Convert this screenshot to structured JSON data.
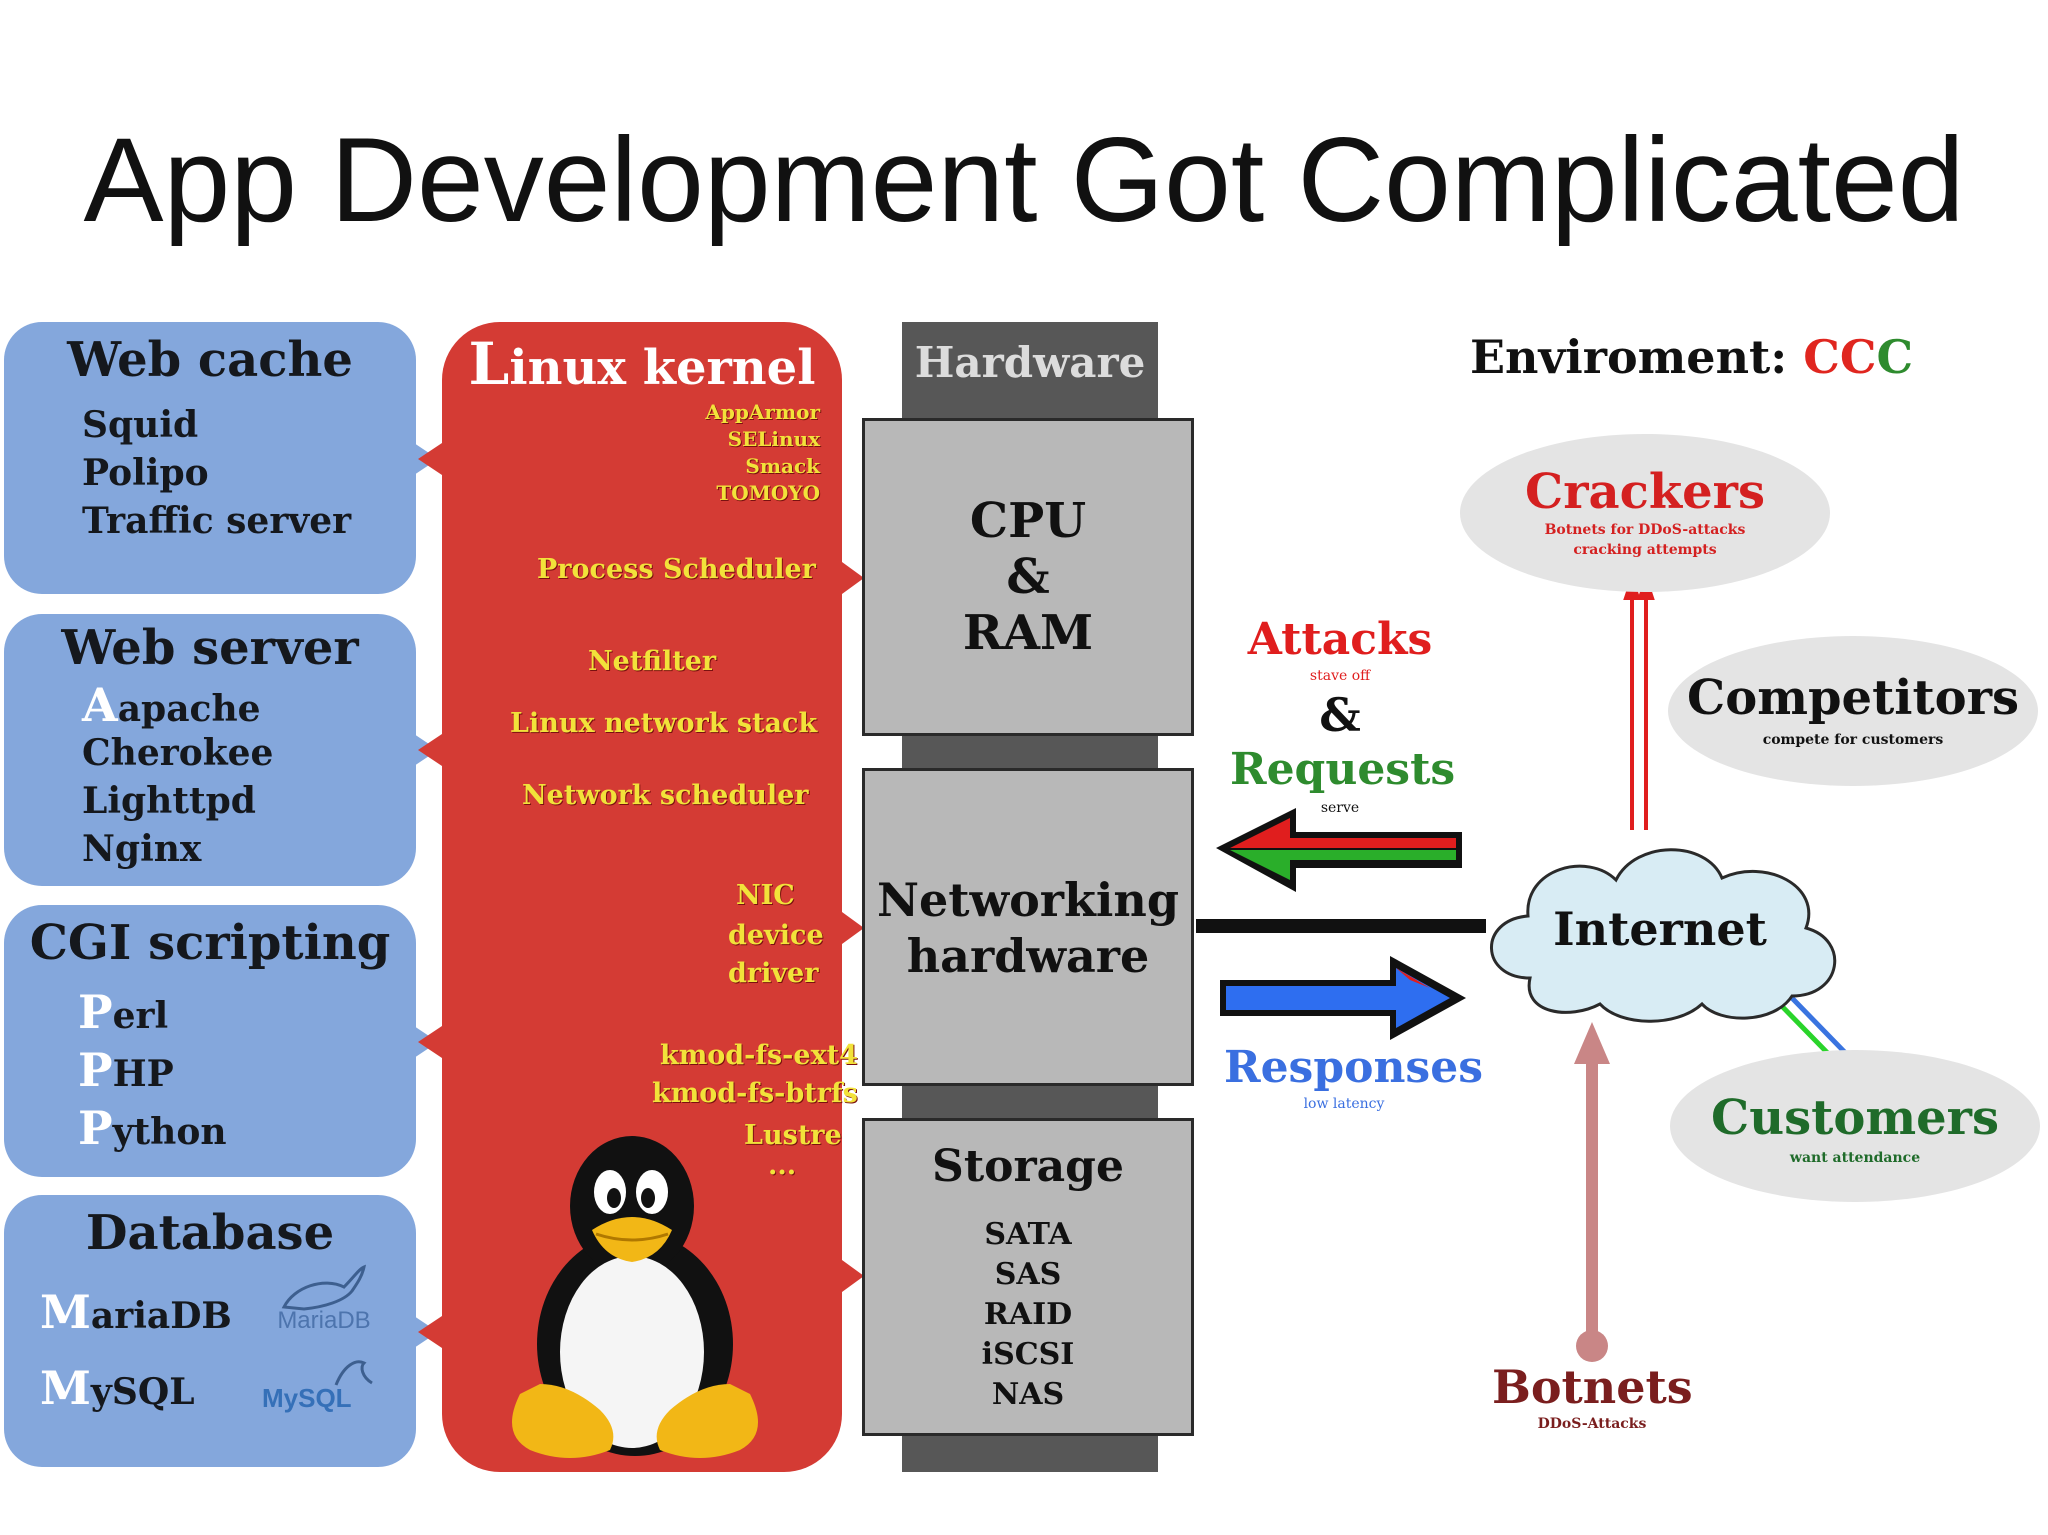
{
  "title": "App Development Got Complicated",
  "web_cache": {
    "title": "Web cache",
    "items": [
      "Squid",
      "Polipo",
      "Traffic server"
    ]
  },
  "web_server": {
    "title": "Web server",
    "items": [
      {
        "cap": "A",
        "rest": "apache"
      },
      "Cherokee",
      "Lighttpd",
      "Nginx"
    ]
  },
  "cgi": {
    "title": "CGI scripting",
    "items": [
      {
        "cap": "P",
        "rest": "erl"
      },
      {
        "cap": "P",
        "rest": "HP"
      },
      {
        "cap": "P",
        "rest": "ython"
      }
    ]
  },
  "database": {
    "title": "Database",
    "items": [
      {
        "cap": "M",
        "rest": "ariaDB"
      },
      {
        "cap": "M",
        "rest": "ySQL"
      }
    ],
    "logos": [
      "MariaDB",
      "MySQL"
    ]
  },
  "kernel": {
    "title_cap": "L",
    "title_rest": "inux kernel",
    "security": [
      "AppArmor",
      "SELinux",
      "Smack",
      "TOMOYO"
    ],
    "process": "Process Scheduler",
    "netfilter": "Netfilter",
    "netstack": "Linux network stack",
    "netsched": "Network scheduler",
    "nic": [
      "NIC",
      "device",
      "driver"
    ],
    "fs": [
      "kmod-fs-ext4",
      "kmod-fs-btrfs",
      "Lustre",
      "..."
    ]
  },
  "hardware": {
    "title": "Hardware",
    "cpu": [
      "CPU",
      "&",
      "RAM"
    ],
    "net": [
      "Networking",
      "hardware"
    ],
    "storage_title": "Storage",
    "storage": [
      "SATA",
      "SAS",
      "RAID",
      "iSCSI",
      "NAS"
    ]
  },
  "environment": {
    "label": "Enviroment: ",
    "c1": "C",
    "c2": "C",
    "c3": "C"
  },
  "crackers": {
    "title": "Crackers",
    "sub1": "Botnets for DDoS-attacks",
    "sub2": "cracking attempts"
  },
  "competitors": {
    "title": "Competitors",
    "sub": "compete for customers"
  },
  "internet": "Internet",
  "customers": {
    "title": "Customers",
    "sub": "want attendance"
  },
  "botnets": {
    "title": "Botnets",
    "sub": "DDoS-Attacks"
  },
  "attacks": {
    "title": "Attacks",
    "sub": "stave off"
  },
  "amp": "&",
  "requests": {
    "title": "Requests",
    "sub": "serve"
  },
  "responses": {
    "title": "Responses",
    "sub": "low latency"
  },
  "colors": {
    "blue_box": "#84a7dc",
    "kernel_red": "#d43b34",
    "kernel_text": "#f2e23a",
    "hardware_dark": "#575757",
    "hardware_light": "#b8b8b8",
    "ccc_red": "#e0261f",
    "ccc_green": "#2e8b2e",
    "crackers": "#d42020",
    "customers": "#1f6b2a",
    "responses": "#3a6fe0",
    "botnets": "#7a1e1e"
  }
}
